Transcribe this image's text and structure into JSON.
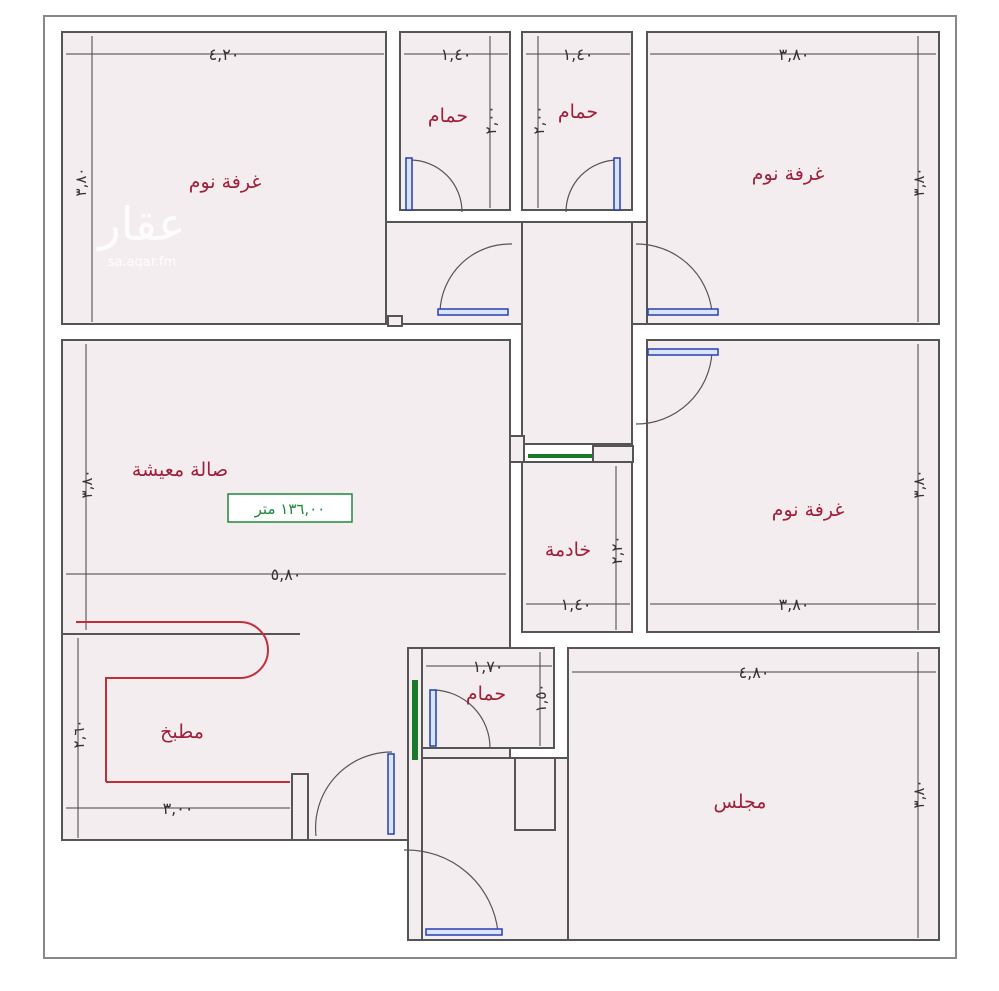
{
  "rooms": {
    "bedroom_top_left": "غرفة نوم",
    "bath_left": "حمام",
    "bath_right": "حمام",
    "bedroom_top_right": "غرفة نوم",
    "living_hall": "صالة معيشة",
    "maid_room": "خادمة",
    "bedroom_mid_right": "غرفة نوم",
    "bath_small": "حمام",
    "kitchen": "مطبخ",
    "majlis": "مجلس"
  },
  "area_label": "١٣٦,٠٠ متر",
  "dimensions": {
    "bedroom_tl_width": "٤,٢٠",
    "bath_left_width": "١,٤٠",
    "bath_right_width": "١,٤٠",
    "bedroom_tr_width": "٣,٨٠",
    "bedroom_tl_height": "٣,٨٠",
    "bath_left_height": "٢,٠٠",
    "bath_right_height": "٢,٠٠",
    "bedroom_tr_height": "٣,٨٠",
    "living_width": "٥,٨٠",
    "living_height": "٣,٨٠",
    "maid_width": "١,٤٠",
    "maid_height": "٢,٢٠",
    "bedroom_mr_width": "٣,٨٠",
    "bedroom_mr_height": "٣,٨٠",
    "bath_small_width": "١,٧٠",
    "bath_small_height": "١,٥٠",
    "majlis_width": "٤,٨٠",
    "majlis_height": "٣,٨٠",
    "kitchen_width": "٣,٠٠",
    "kitchen_height": "٢,٦٠"
  },
  "watermark": {
    "logo": "عقار",
    "site": "sa.aqar.fm"
  },
  "colors": {
    "room_fill": "#f4edf0",
    "wall": "#555555",
    "label": "#a0203a",
    "area_box": "#1f8a3a"
  }
}
